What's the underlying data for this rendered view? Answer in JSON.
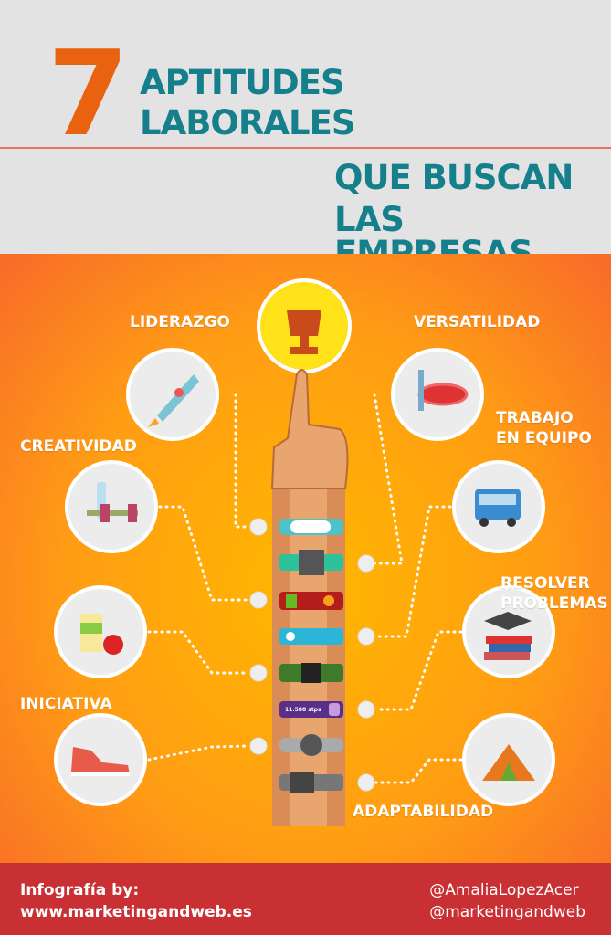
{
  "header": {
    "number": "7",
    "title_line1": "APTITUDES",
    "title_line2": "LABORALES",
    "subtitle_line1": "QUE BUSCAN",
    "subtitle_line2": "LAS EMPRESAS"
  },
  "trophy": {
    "rank": "1"
  },
  "skills": {
    "liderazgo": "LIDERAZGO",
    "versatilidad": "VERSATILIDAD",
    "creatividad": "CREATIVIDAD",
    "trabajo_line1": "TRABAJO",
    "trabajo_line2": "EN EQUIPO",
    "resolver_line1": "RESOLVER",
    "resolver_line2": "PROBLEMAS",
    "iniciativa": "INICIATIVA",
    "adaptabilidad": "ADAPTABILIDAD"
  },
  "watch": {
    "steps": "11.588 stps"
  },
  "footer": {
    "credit": "Infografía by:",
    "site": "www.marketingandweb.es",
    "handle1": "@AmaliaLopezAcer",
    "handle2": "@marketingandweb"
  },
  "colors": {
    "teal": "#167f8c",
    "orange": "#e8620f",
    "red": "#c93033"
  }
}
